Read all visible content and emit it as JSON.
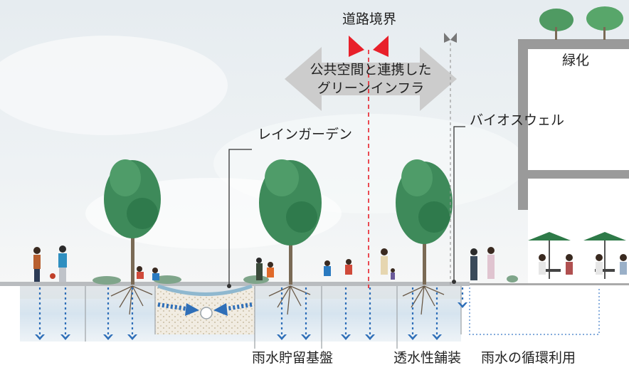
{
  "labels": {
    "road_boundary": "道路境界",
    "green_infra_line1": "公共空間と連携した",
    "green_infra_line2": "グリーンインフラ",
    "rain_garden": "レインガーデン",
    "bioswale": "バイオスウェル",
    "greening": "緑化",
    "storage_base": "雨水貯留基盤",
    "permeable_paving": "透水性舗装",
    "recycling": "雨水の循環利用"
  },
  "colors": {
    "boundary_red": "#e8202a",
    "arrow_gray": "#c9c9c9",
    "flow_blue": "#2f6fb8",
    "tree_green": "#3e8a5a"
  }
}
